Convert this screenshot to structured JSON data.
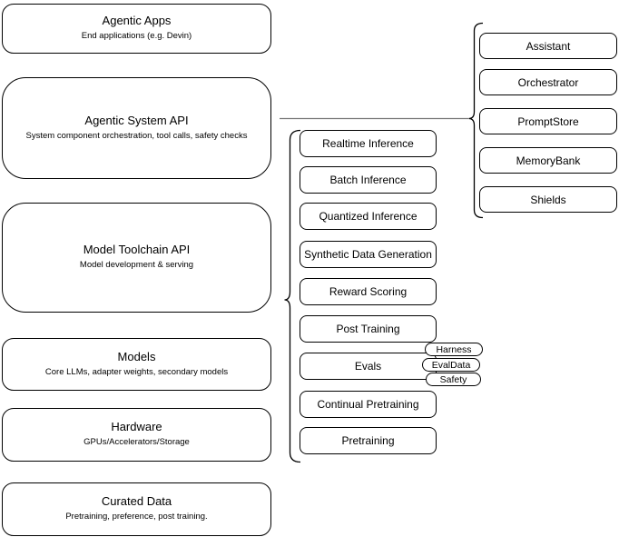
{
  "left_stack": [
    {
      "title": "Agentic Apps",
      "subtitle": "End applications (e.g. Devin)"
    },
    {
      "title": "Agentic System API",
      "subtitle": "System component orchestration, tool calls, safety checks"
    },
    {
      "title": "Model Toolchain API",
      "subtitle": "Model development & serving"
    },
    {
      "title": "Models",
      "subtitle": "Core LLMs, adapter weights, secondary models"
    },
    {
      "title": "Hardware",
      "subtitle": "GPUs/Accelerators/Storage"
    },
    {
      "title": "Curated Data",
      "subtitle": "Pretraining, preference, post training."
    }
  ],
  "toolchain_stack": {
    "items": [
      "Realtime Inference",
      "Batch Inference",
      "Quantized Inference",
      "Synthetic Data Generation",
      "Reward Scoring",
      "Post Training",
      "Evals",
      "Continual Pretraining",
      "Pretraining"
    ],
    "eval_tags": [
      "Harness",
      "EvalData",
      "Safety"
    ]
  },
  "agentic_components": [
    "Assistant",
    "Orchestrator",
    "PromptStore",
    "MemoryBank",
    "Shields"
  ],
  "colors": {
    "box_stroke": "#000000",
    "connector_line": "#757575",
    "background": "#ffffff"
  }
}
